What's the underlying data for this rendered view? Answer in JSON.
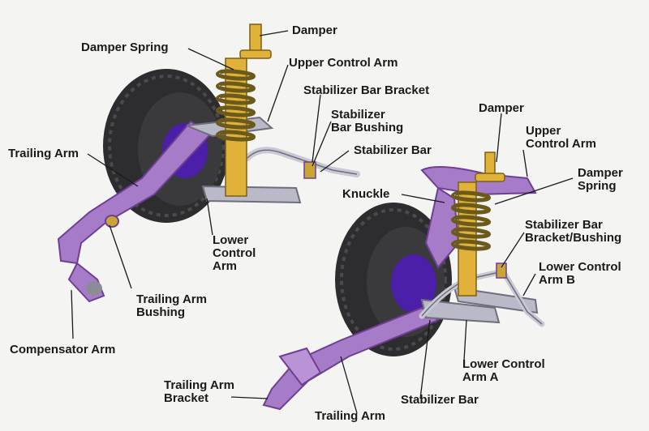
{
  "colors": {
    "background": "#f4f4f2",
    "tire": "#2d2d2f",
    "tire_tread": "#4a4a4d",
    "hub": "#4b1fa8",
    "arm": "#a67cc9",
    "arm_dark": "#6e3f94",
    "spring": "#c9a634",
    "damper": "#e0b23a",
    "bar": "#c9c9d6",
    "leader": "#1a1a1a"
  },
  "labels": {
    "rear_damper": "Damper",
    "rear_damper_spring": "Damper Spring",
    "rear_upper_control_arm": "Upper Control Arm",
    "rear_stabilizer_bar_bracket": "Stabilizer Bar Bracket",
    "rear_stabilizer_bar_bushing": "Stabilizer\nBar Bushing",
    "rear_stabilizer_bar": "Stabilizer Bar",
    "rear_trailing_arm": "Trailing Arm",
    "rear_lower_control_arm": "Lower\nControl\nArm",
    "rear_trailing_arm_bushing": "Trailing Arm\nBushing",
    "rear_compensator_arm": "Compensator Arm",
    "front_damper": "Damper",
    "front_upper_control_arm": "Upper\nControl Arm",
    "front_damper_spring": "Damper\nSpring",
    "front_knuckle": "Knuckle",
    "front_stabilizer_bar_bracket_bushing": "Stabilizer Bar\nBracket/Bushing",
    "front_lower_control_arm_b": "Lower Control\nArm B",
    "front_lower_control_arm_a": "Lower Control\nArm A",
    "front_trailing_arm_bracket": "Trailing Arm\nBracket",
    "front_stabilizer_bar": "Stabilizer Bar",
    "front_trailing_arm": "Trailing Arm"
  }
}
